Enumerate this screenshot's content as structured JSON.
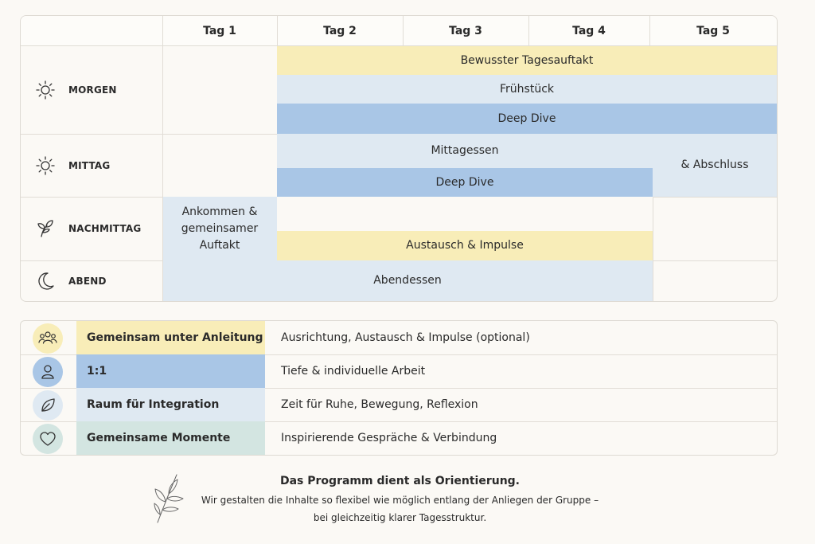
{
  "days": [
    "Tag 1",
    "Tag 2",
    "Tag 3",
    "Tag 4",
    "Tag 5"
  ],
  "rows": {
    "morgen": {
      "label": "MORGEN",
      "icon": "sun-icon"
    },
    "mittag": {
      "label": "MITTAG",
      "icon": "sun-icon"
    },
    "nachmittag": {
      "label": "NACHMITTAG",
      "icon": "leaves-icon"
    },
    "abend": {
      "label": "ABEND",
      "icon": "moon-icon"
    }
  },
  "blocks": {
    "tagesauftakt": "Bewusster Tagesauftakt",
    "fruehstueck": "Frühstück",
    "deep_dive_morning": "Deep Dive",
    "mittagessen": "Mittagessen",
    "deep_dive_noon": "Deep Dive",
    "abschluss": "& Abschluss",
    "ankommen": "Ankommen & gemeinsamer Auftakt",
    "austausch": "Austausch & Impulse",
    "abendessen": "Abendessen"
  },
  "legend": [
    {
      "name": "Gemeinsam unter Anleitung",
      "description": "Ausrichtung, Austausch & Impulse (optional)",
      "icon": "group-icon",
      "color": "#f8edb8"
    },
    {
      "name": "1:1",
      "description": "Tiefe & individuelle Arbeit",
      "icon": "person-icon",
      "color": "#a9c6e6"
    },
    {
      "name": "Raum für Integration",
      "description": "Zeit für Ruhe, Bewegung, Reflexion",
      "icon": "leaf-icon",
      "color": "#dfe9f2"
    },
    {
      "name": "Gemeinsame Momente",
      "description": "Inspirierende Gespräche & Verbindung",
      "icon": "heart-icon",
      "color": "#d3e5e1"
    }
  ],
  "footer": {
    "title": "Das Programm dient als Orientierung.",
    "line1": "Wir gestalten die Inhalte so flexibel wie möglich entlang der Anliegen der Gruppe –",
    "line2": "bei gleichzeitig klarer Tagesstruktur.",
    "icon": "leaf-branch-icon"
  }
}
